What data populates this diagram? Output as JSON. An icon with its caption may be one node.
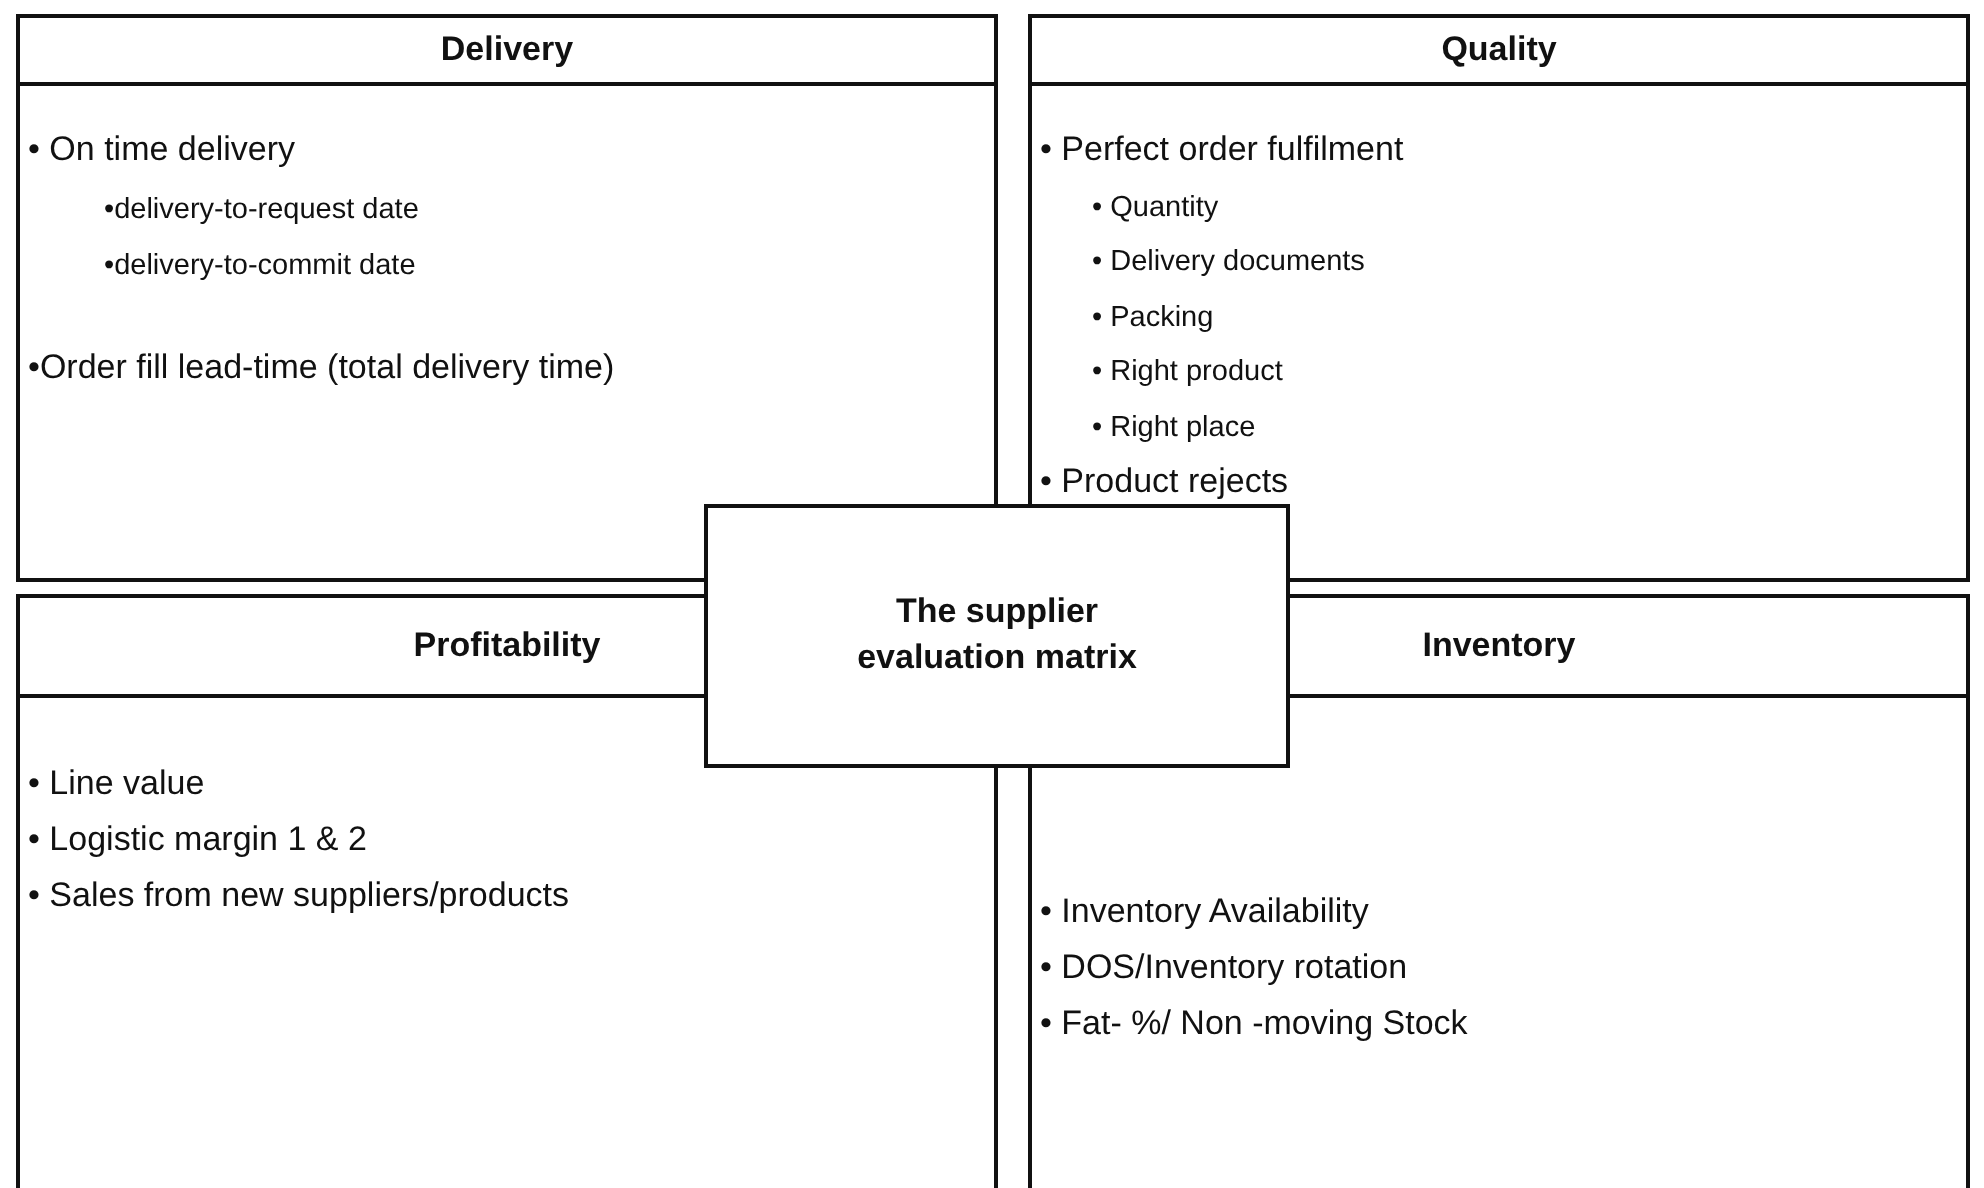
{
  "diagram": {
    "nodes": [
      {
        "text": [
          "Delivery",
          "• On time delivery",
          "•delivery-to-request date",
          "•delivery-to-commit date",
          "•Order fill lead-time (total delivery time)"
        ]
      },
      {
        "text": [
          "Quality",
          "• Perfect order fulfilment",
          "• Quantity",
          "• Delivery documents",
          "• Packing",
          "• Right product",
          "• Right  place",
          "• Product rejects"
        ]
      },
      {
        "text": [
          "Profitability",
          "• Line value",
          "• Logistic margin 1 & 2",
          "• Sales from new suppliers/products"
        ]
      },
      {
        "text": [
          "Inventory",
          "• Inventory Availability",
          "• DOS/Inventory rotation",
          "• Fat- %/ Non -moving Stock"
        ]
      },
      {
        "text": [
          "The supplier evaluation matrix"
        ]
      }
    ]
  }
}
